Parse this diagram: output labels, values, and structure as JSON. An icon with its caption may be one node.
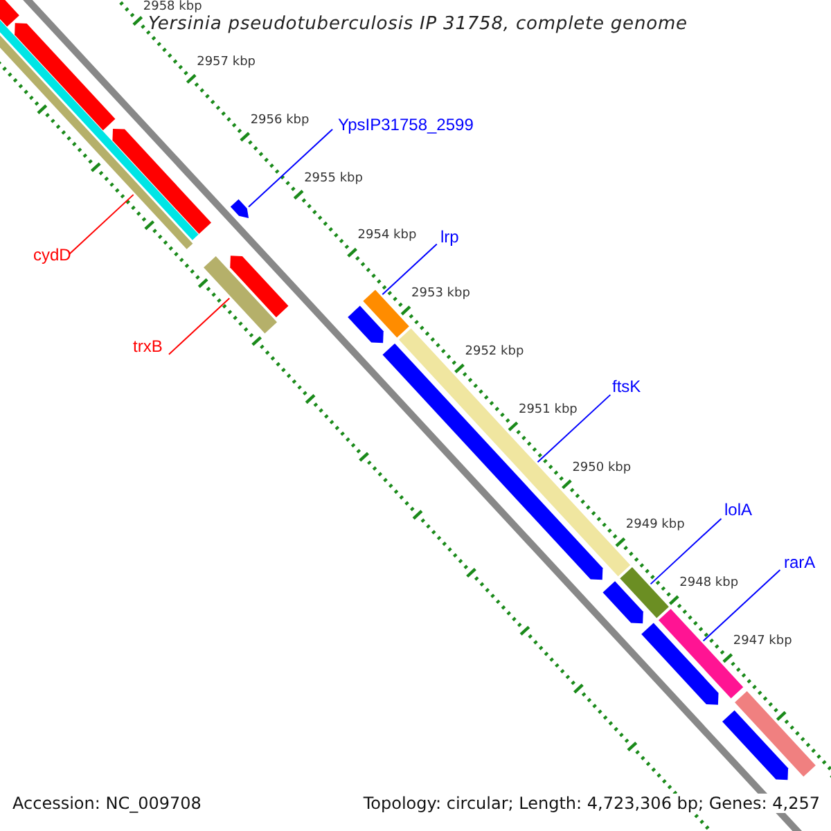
{
  "diagram": {
    "title": "Yersinia pseudotuberculosis IP 31758, complete genome",
    "nodes": [
      {
        "text": [
          "YpsIP31758_2599"
        ]
      },
      {
        "text": [
          "lrp"
        ]
      },
      {
        "text": [
          "cydD"
        ]
      },
      {
        "text": [
          "trxB"
        ]
      },
      {
        "text": [
          "ftsK"
        ]
      },
      {
        "text": [
          "lolA"
        ]
      },
      {
        "text": [
          "rarA"
        ]
      },
      {
        "text": [],
        "shape": "bar"
      },
      {
        "text": [],
        "shape": "bar"
      },
      {
        "text": [],
        "shape": "bar"
      },
      {
        "text": [],
        "shape": "bar"
      },
      {
        "text": [],
        "shape": "bar"
      },
      {
        "text": [],
        "shape": "bar"
      },
      {
        "text": [],
        "shape": "bar"
      }
    ],
    "edges": [
      {
        "from": 0,
        "to": 8,
        "arrow": "none"
      },
      {
        "from": 1,
        "to": 10,
        "arrow": "none"
      },
      {
        "from": 2,
        "to": 7,
        "arrow": "none",
        "color": "#ff0000"
      },
      {
        "from": 3,
        "to": 9,
        "arrow": "none",
        "color": "#ff0000"
      },
      {
        "from": 4,
        "to": 11,
        "arrow": "none"
      },
      {
        "from": 5,
        "to": 12,
        "arrow": "none"
      },
      {
        "from": 6,
        "to": 13,
        "arrow": "none"
      }
    ],
    "labels": [
      "2958 kbp",
      "2957 kbp",
      "2956 kbp",
      "2955 kbp",
      "2954 kbp",
      "2953 kbp",
      "2952 kbp",
      "2951 kbp",
      "2950 kbp",
      "2949 kbp",
      "2948 kbp",
      "2947 kbp",
      "Accession: NC_009708",
      "Topology: circular; Length: 4,723,306 bp; Genes: 4,257"
    ]
  }
}
